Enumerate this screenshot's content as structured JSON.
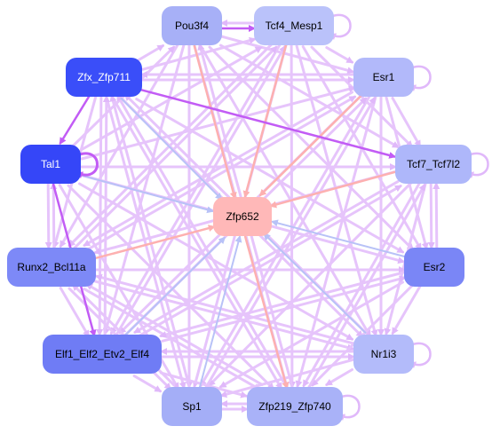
{
  "colors": {
    "edge_purple_light": "#e6c4fb",
    "edge_purple_strong": "#c25cf5",
    "edge_blue": "#b8c2f7",
    "edge_red": "#fdb0b0",
    "node_center": "#ffb8b8"
  },
  "nodes": [
    {
      "id": "pou3f4",
      "label": "Pou3f4",
      "fill": "#a7b0f7",
      "text": "#000000"
    },
    {
      "id": "tcf4",
      "label": "Tcf4_Mesp1",
      "fill": "#bac2fa",
      "text": "#000000"
    },
    {
      "id": "zfx",
      "label": "Zfx_Zfp711",
      "fill": "#3a4ef9",
      "text": "#ffffff"
    },
    {
      "id": "esr1",
      "label": "Esr1",
      "fill": "#b2b9fa",
      "text": "#000000"
    },
    {
      "id": "tal1",
      "label": "Tal1",
      "fill": "#3546f8",
      "text": "#ffffff"
    },
    {
      "id": "tcf7",
      "label": "Tcf7_Tcf7l2",
      "fill": "#aeb7fa",
      "text": "#000000"
    },
    {
      "id": "zfp652",
      "label": "Zfp652",
      "fill": "#ffb8b8",
      "text": "#000000"
    },
    {
      "id": "runx2",
      "label": "Runx2_Bcl11a",
      "fill": "#7d89f7",
      "text": "#000000"
    },
    {
      "id": "esr2",
      "label": "Esr2",
      "fill": "#7a86f6",
      "text": "#000000"
    },
    {
      "id": "elf1",
      "label": "Elf1_Elf2_Etv2_Elf4",
      "fill": "#6f7cf5",
      "text": "#000000"
    },
    {
      "id": "nr1i3",
      "label": "Nr1i3",
      "fill": "#b3bbfa",
      "text": "#000000"
    },
    {
      "id": "sp1",
      "label": "Sp1",
      "fill": "#a4aef7",
      "text": "#000000"
    },
    {
      "id": "zfp219",
      "label": "Zfp219_Zfp740",
      "fill": "#a9b2f8",
      "text": "#000000"
    }
  ],
  "edges": [
    {
      "from": "pou3f4",
      "to": "tcf4",
      "kind": "strong"
    },
    {
      "from": "tcf4",
      "to": "pou3f4",
      "kind": "light"
    },
    {
      "from": "pou3f4",
      "to": "esr1",
      "kind": "light"
    },
    {
      "from": "pou3f4",
      "to": "tcf7",
      "kind": "light"
    },
    {
      "from": "pou3f4",
      "to": "runx2",
      "kind": "light"
    },
    {
      "from": "pou3f4",
      "to": "elf1",
      "kind": "light"
    },
    {
      "from": "pou3f4",
      "to": "sp1",
      "kind": "light"
    },
    {
      "from": "pou3f4",
      "to": "zfp219",
      "kind": "light"
    },
    {
      "from": "pou3f4",
      "to": "esr2",
      "kind": "light"
    },
    {
      "from": "pou3f4",
      "to": "nr1i3",
      "kind": "light"
    },
    {
      "from": "pou3f4",
      "to": "zfp652",
      "kind": "red"
    },
    {
      "from": "tcf4",
      "to": "zfp652",
      "kind": "red"
    },
    {
      "from": "tcf4",
      "to": "esr1",
      "kind": "light"
    },
    {
      "from": "tcf4",
      "to": "tcf7",
      "kind": "light"
    },
    {
      "from": "tcf4",
      "to": "runx2",
      "kind": "light"
    },
    {
      "from": "tcf4",
      "to": "elf1",
      "kind": "light"
    },
    {
      "from": "tcf4",
      "to": "sp1",
      "kind": "light"
    },
    {
      "from": "tcf4",
      "to": "zfp219",
      "kind": "light"
    },
    {
      "from": "tcf4",
      "to": "esr2",
      "kind": "light"
    },
    {
      "from": "tcf4",
      "to": "nr1i3",
      "kind": "light"
    },
    {
      "from": "zfx",
      "to": "tcf7",
      "kind": "strong"
    },
    {
      "from": "zfx",
      "to": "tal1",
      "kind": "strong"
    },
    {
      "from": "zfx",
      "to": "zfp652",
      "kind": "blue"
    },
    {
      "from": "zfx",
      "to": "esr1",
      "kind": "light"
    },
    {
      "from": "zfx",
      "to": "esr2",
      "kind": "light"
    },
    {
      "from": "zfx",
      "to": "nr1i3",
      "kind": "light"
    },
    {
      "from": "zfx",
      "to": "sp1",
      "kind": "light"
    },
    {
      "from": "zfx",
      "to": "zfp219",
      "kind": "light"
    },
    {
      "from": "zfx",
      "to": "elf1",
      "kind": "light"
    },
    {
      "from": "zfx",
      "to": "runx2",
      "kind": "light"
    },
    {
      "from": "zfx",
      "to": "pou3f4",
      "kind": "light"
    },
    {
      "from": "zfx",
      "to": "tcf4",
      "kind": "light"
    },
    {
      "from": "tal1",
      "to": "zfp652",
      "kind": "blue"
    },
    {
      "from": "tal1",
      "to": "runx2",
      "kind": "light"
    },
    {
      "from": "runx2",
      "to": "tal1",
      "kind": "light"
    },
    {
      "from": "tal1",
      "to": "elf1",
      "kind": "strong"
    },
    {
      "from": "tal1",
      "to": "sp1",
      "kind": "light"
    },
    {
      "from": "tal1",
      "to": "zfp219",
      "kind": "light"
    },
    {
      "from": "tal1",
      "to": "esr2",
      "kind": "light"
    },
    {
      "from": "tal1",
      "to": "nr1i3",
      "kind": "light"
    },
    {
      "from": "tal1",
      "to": "tcf7",
      "kind": "light"
    },
    {
      "from": "tal1",
      "to": "esr1",
      "kind": "light"
    },
    {
      "from": "tal1",
      "to": "pou3f4",
      "kind": "light"
    },
    {
      "from": "tal1",
      "to": "tcf4",
      "kind": "light"
    },
    {
      "from": "esr1",
      "to": "zfp652",
      "kind": "red"
    },
    {
      "from": "esr1",
      "to": "tcf7",
      "kind": "light"
    },
    {
      "from": "esr1",
      "to": "esr2",
      "kind": "light"
    },
    {
      "from": "esr1",
      "to": "nr1i3",
      "kind": "light"
    },
    {
      "from": "esr1",
      "to": "zfp219",
      "kind": "light"
    },
    {
      "from": "esr1",
      "to": "sp1",
      "kind": "light"
    },
    {
      "from": "esr1",
      "to": "elf1",
      "kind": "light"
    },
    {
      "from": "esr1",
      "to": "runx2",
      "kind": "light"
    },
    {
      "from": "esr1",
      "to": "zfx",
      "kind": "light"
    },
    {
      "from": "tcf7",
      "to": "zfp652",
      "kind": "red"
    },
    {
      "from": "tcf7",
      "to": "esr2",
      "kind": "light"
    },
    {
      "from": "esr2",
      "to": "tcf7",
      "kind": "light"
    },
    {
      "from": "tcf7",
      "to": "nr1i3",
      "kind": "light"
    },
    {
      "from": "tcf7",
      "to": "zfp219",
      "kind": "light"
    },
    {
      "from": "tcf7",
      "to": "sp1",
      "kind": "light"
    },
    {
      "from": "tcf7",
      "to": "elf1",
      "kind": "light"
    },
    {
      "from": "tcf7",
      "to": "runx2",
      "kind": "light"
    },
    {
      "from": "runx2",
      "to": "zfp652",
      "kind": "red"
    },
    {
      "from": "runx2",
      "to": "esr2",
      "kind": "light"
    },
    {
      "from": "runx2",
      "to": "nr1i3",
      "kind": "light"
    },
    {
      "from": "runx2",
      "to": "sp1",
      "kind": "light"
    },
    {
      "from": "runx2",
      "to": "zfp219",
      "kind": "light"
    },
    {
      "from": "runx2",
      "to": "elf1",
      "kind": "light"
    },
    {
      "from": "runx2",
      "to": "esr1",
      "kind": "light"
    },
    {
      "from": "runx2",
      "to": "tcf4",
      "kind": "light"
    },
    {
      "from": "esr2",
      "to": "zfp652",
      "kind": "blue"
    },
    {
      "from": "esr2",
      "to": "nr1i3",
      "kind": "light"
    },
    {
      "from": "esr2",
      "to": "zfp219",
      "kind": "light"
    },
    {
      "from": "esr2",
      "to": "sp1",
      "kind": "light"
    },
    {
      "from": "esr2",
      "to": "elf1",
      "kind": "light"
    },
    {
      "from": "elf1",
      "to": "zfp652",
      "kind": "blue"
    },
    {
      "from": "elf1",
      "to": "sp1",
      "kind": "light"
    },
    {
      "from": "elf1",
      "to": "zfp219",
      "kind": "light"
    },
    {
      "from": "elf1",
      "to": "nr1i3",
      "kind": "light"
    },
    {
      "from": "elf1",
      "to": "esr2",
      "kind": "light"
    },
    {
      "from": "elf1",
      "to": "tcf7",
      "kind": "light"
    },
    {
      "from": "elf1",
      "to": "esr1",
      "kind": "light"
    },
    {
      "from": "elf1",
      "to": "tcf4",
      "kind": "light"
    },
    {
      "from": "elf1",
      "to": "zfx",
      "kind": "light"
    },
    {
      "from": "nr1i3",
      "to": "zfp652",
      "kind": "blue"
    },
    {
      "from": "nr1i3",
      "to": "zfp219",
      "kind": "light"
    },
    {
      "from": "nr1i3",
      "to": "sp1",
      "kind": "light"
    },
    {
      "from": "nr1i3",
      "to": "elf1",
      "kind": "light"
    },
    {
      "from": "nr1i3",
      "to": "runx2",
      "kind": "light"
    },
    {
      "from": "nr1i3",
      "to": "zfx",
      "kind": "light"
    },
    {
      "from": "sp1",
      "to": "zfp652",
      "kind": "blue"
    },
    {
      "from": "sp1",
      "to": "zfp219",
      "kind": "light"
    },
    {
      "from": "zfp219",
      "to": "sp1",
      "kind": "light"
    },
    {
      "from": "sp1",
      "to": "runx2",
      "kind": "light"
    },
    {
      "from": "sp1",
      "to": "zfx",
      "kind": "light"
    },
    {
      "from": "sp1",
      "to": "esr1",
      "kind": "light"
    },
    {
      "from": "zfp652",
      "to": "zfp219",
      "kind": "red"
    },
    {
      "from": "zfp219",
      "to": "runx2",
      "kind": "light"
    },
    {
      "from": "zfp219",
      "to": "zfx",
      "kind": "light"
    },
    {
      "from": "zfp219",
      "to": "tcf7",
      "kind": "light"
    },
    {
      "from": "zfp219",
      "to": "pou3f4",
      "kind": "light"
    }
  ],
  "self_loops": [
    "tcf4",
    "esr1",
    "tal1",
    "tcf7",
    "nr1i3",
    "zfp219"
  ]
}
